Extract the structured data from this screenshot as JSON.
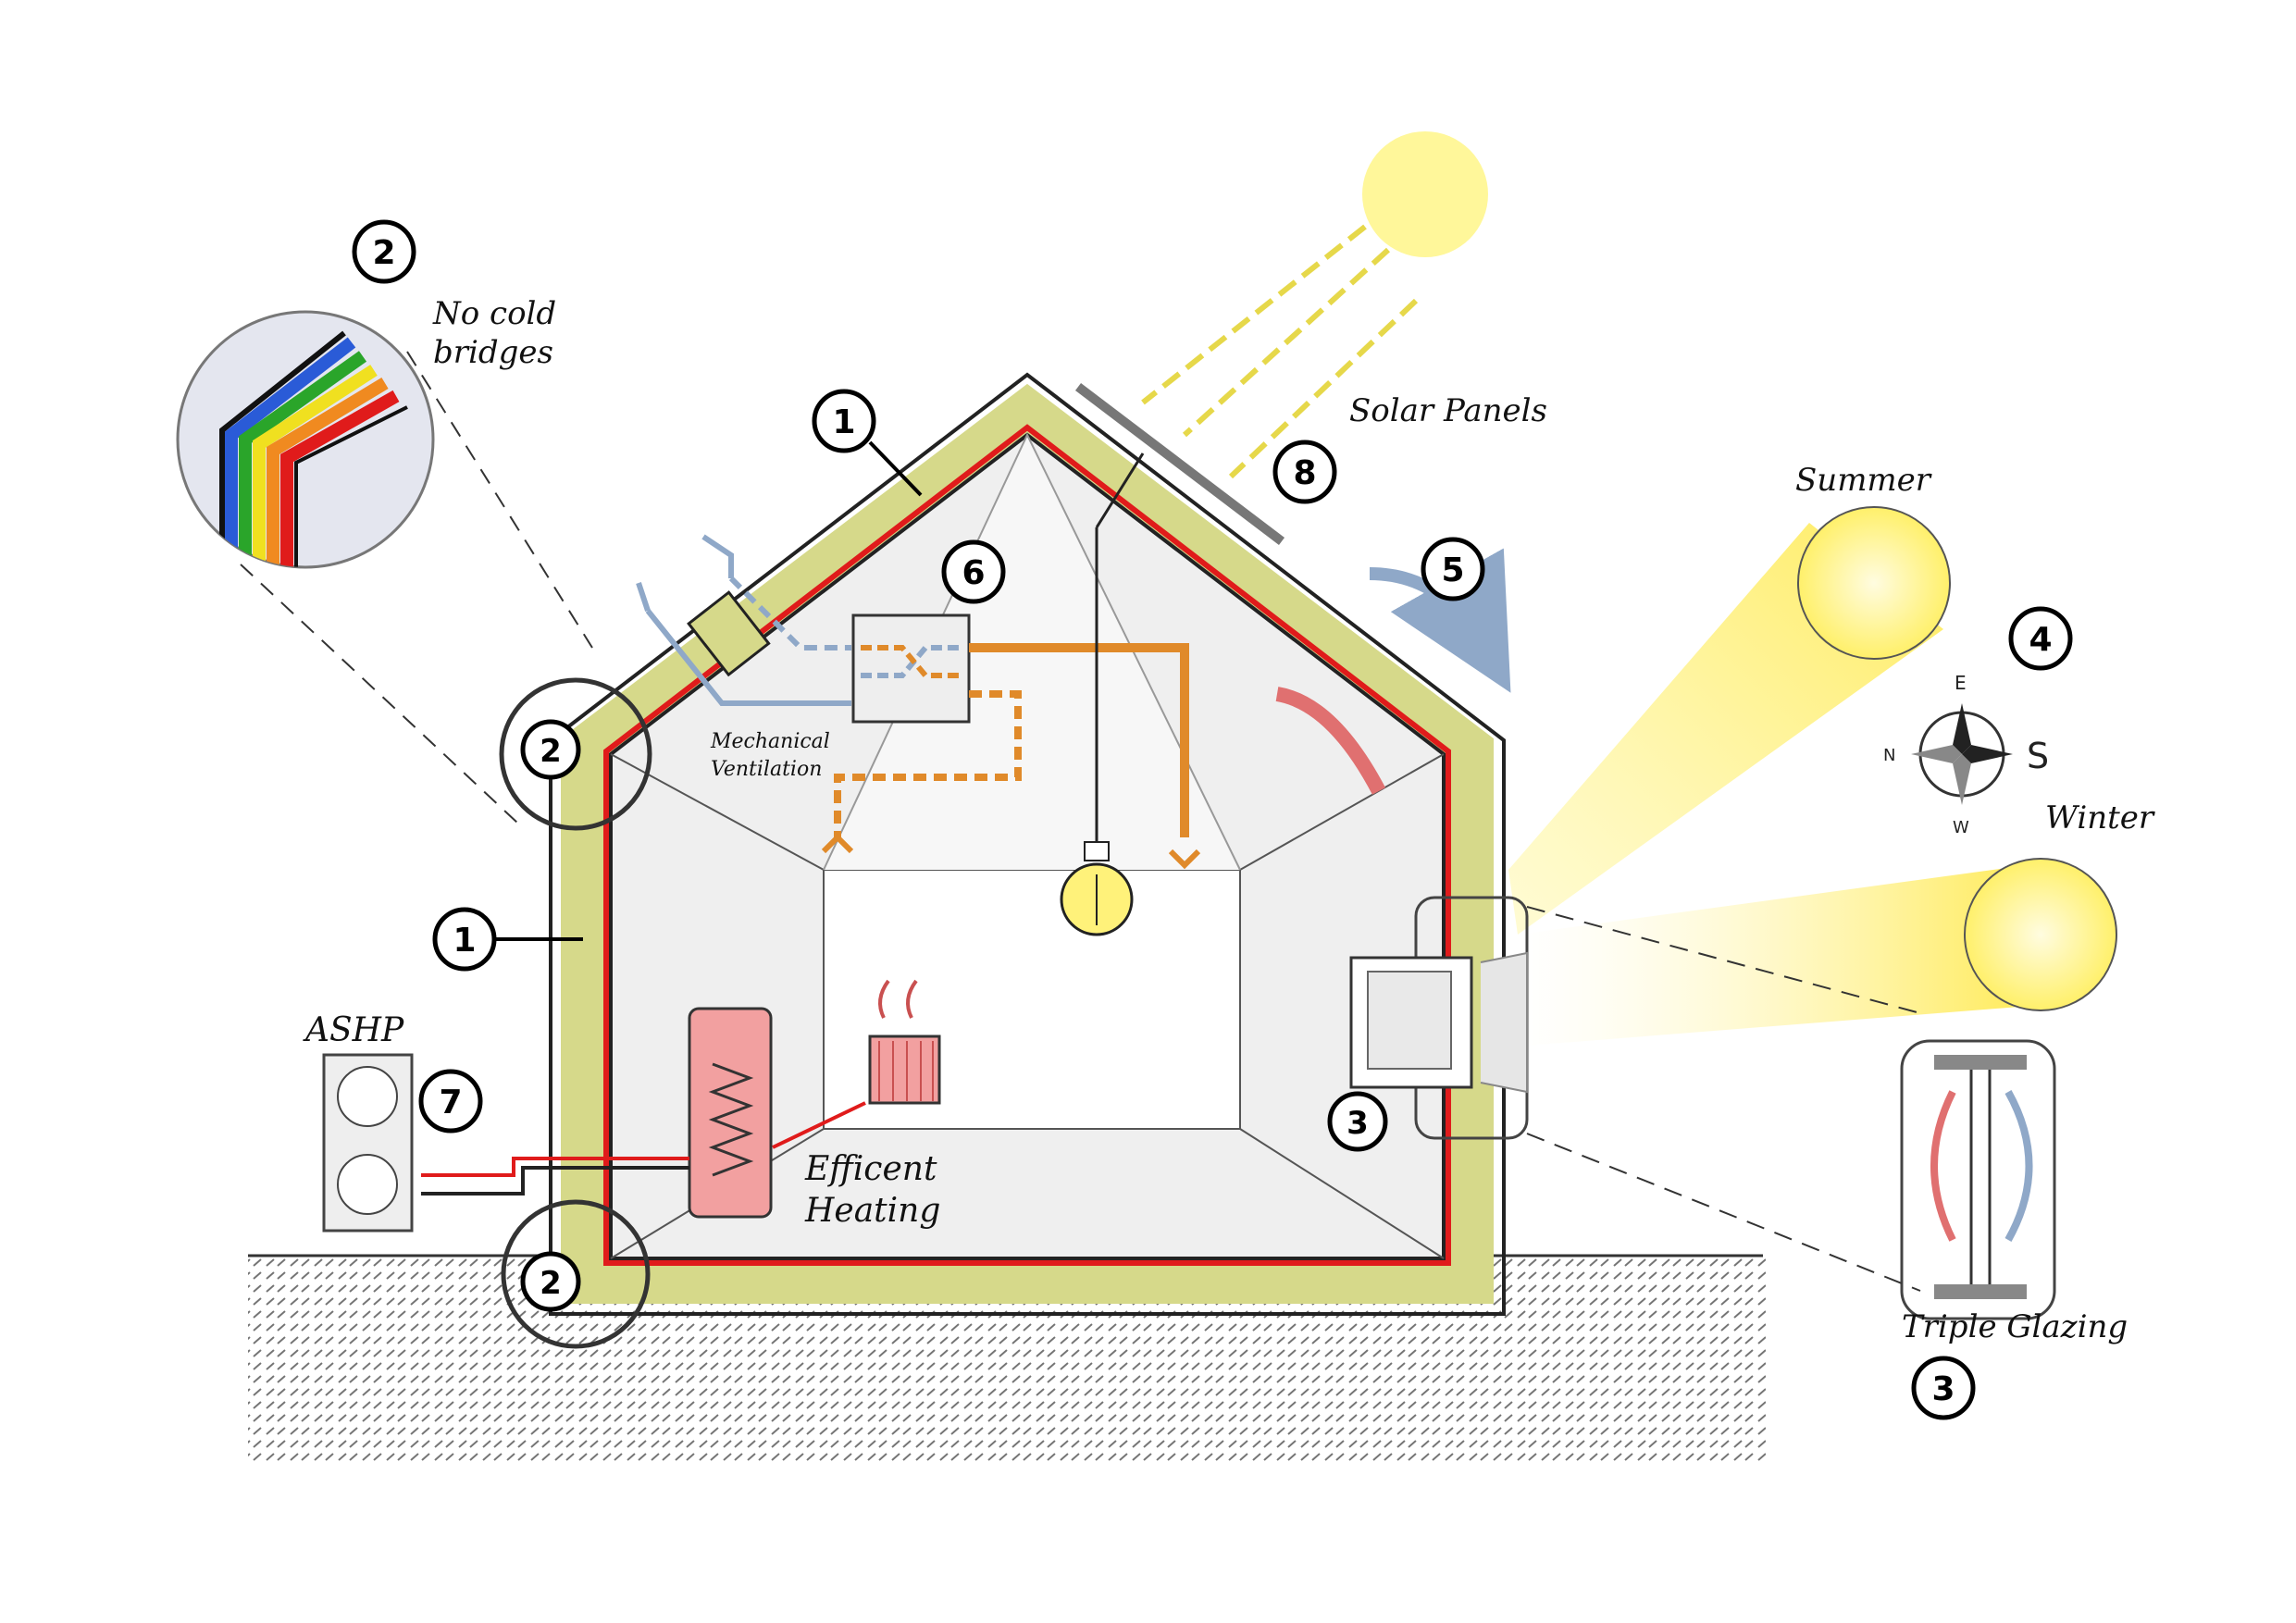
{
  "labels": {
    "no_cold_bridges_1": "No cold",
    "no_cold_bridges_2": "bridges",
    "solar_panels": "Solar Panels",
    "summer": "Summer",
    "winter": "Winter",
    "mech_vent_1": "Mechanical",
    "mech_vent_2": "Ventilation",
    "ashp": "ASHP",
    "efficient_1": "Efficent",
    "efficient_2": "Heating",
    "triple_glazing": "Triple Glazing"
  },
  "markers": {
    "insulation_roof": "1",
    "insulation_wall": "1",
    "cold_bridge_detail": "2",
    "cold_bridge_eave": "2",
    "cold_bridge_floor": "2",
    "glazing_window": "3",
    "glazing_detail": "3",
    "orientation": "4",
    "airtightness": "5",
    "mvhr": "6",
    "ashp": "7",
    "solar": "8"
  },
  "compass": {
    "north": "N",
    "south": "S",
    "east": "E",
    "west": "W"
  },
  "colors": {
    "insulation": "#d6d98a",
    "airtight_line": "#e01b1b",
    "sun": "#fff27a",
    "duct_cool": "#8fa8c8",
    "duct_warm": "#e08a2a",
    "heating": "#f2a0a0",
    "ground_hatch": "#555555"
  }
}
